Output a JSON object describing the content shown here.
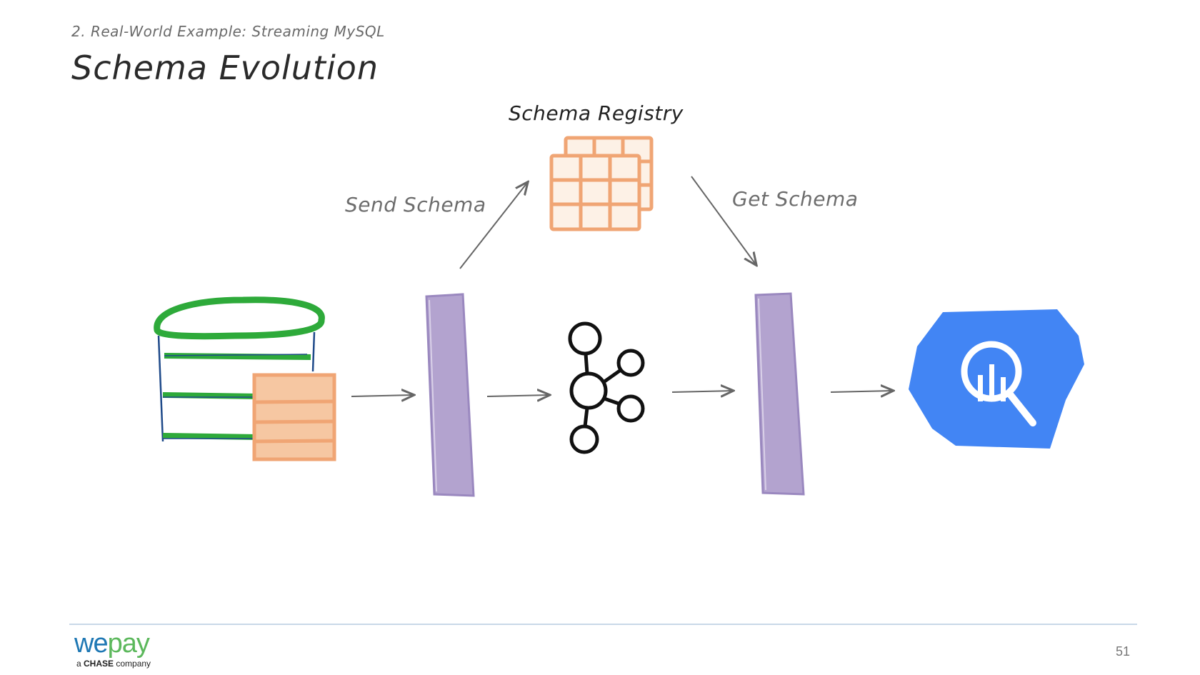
{
  "slide": {
    "subtitle": "2. Real-World Example: Streaming MySQL",
    "title": "Schema Evolution",
    "page_number": "51"
  },
  "diagram": {
    "registry_label": "Schema Registry",
    "send_label": "Send Schema",
    "get_label": "Get Schema",
    "nodes": [
      {
        "id": "mysql",
        "icon": "database-table-icon"
      },
      {
        "id": "source-connector",
        "icon": "connector-bar-icon"
      },
      {
        "id": "kafka",
        "icon": "kafka-icon"
      },
      {
        "id": "sink-connector",
        "icon": "connector-bar-icon"
      },
      {
        "id": "bigquery",
        "icon": "bigquery-icon"
      }
    ],
    "colors": {
      "database_outline": "#2eaa3a",
      "registry_orange": "#f0a574",
      "connector_purple": "#b3a3cf",
      "bigquery_blue": "#4285f4"
    }
  },
  "footer": {
    "logo_we": "we",
    "logo_pay": "pay",
    "tagline_prefix": "a ",
    "tagline_brand": "CHASE",
    "tagline_suffix": " company"
  }
}
